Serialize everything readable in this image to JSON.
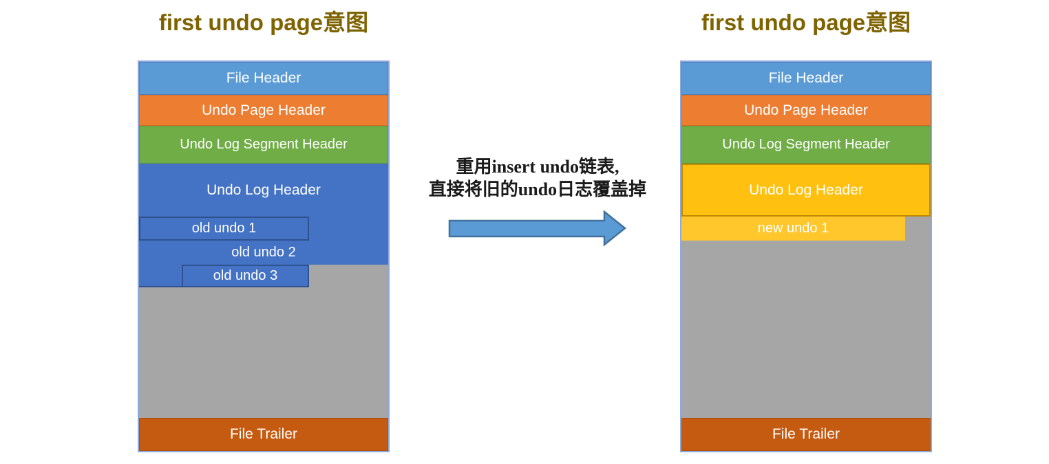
{
  "left_panel": {
    "title": "first undo page意图",
    "blocks": {
      "file_header": "File Header",
      "undo_page_header": "Undo Page Header",
      "undo_log_segment_header": "Undo Log Segment Header",
      "undo_log_header": "Undo Log Header",
      "old_undo_1": "old undo 1",
      "old_undo_2": "old undo 2",
      "old_undo_3": "old undo 3",
      "file_trailer": "File Trailer"
    }
  },
  "right_panel": {
    "title": "first undo page意图",
    "blocks": {
      "file_header": "File Header",
      "undo_page_header": "Undo Page Header",
      "undo_log_segment_header": "Undo Log Segment Header",
      "undo_log_header": "Undo Log Header",
      "new_undo_1": "new undo 1",
      "file_trailer": "File Trailer"
    }
  },
  "annotation": {
    "line1": "重用insert undo链表,",
    "line2": "直接将旧的undo日志覆盖掉"
  },
  "colors": {
    "title_text": "#7E6300",
    "file_header": "#5B9BD5",
    "undo_page_header": "#ED7D31",
    "undo_log_segment_header": "#70AD47",
    "undo_log_header_blue": "#4472C4",
    "undo_box_border": "#2F528F",
    "undo_log_header_yellow": "#FFC010",
    "new_undo_yellow": "#FFC72C",
    "free_space_gray": "#A6A6A6",
    "file_trailer": "#C55A11",
    "arrow_fill": "#5B9BD5",
    "arrow_border": "#41719C",
    "diagram_outline": "#8EA9DB"
  }
}
